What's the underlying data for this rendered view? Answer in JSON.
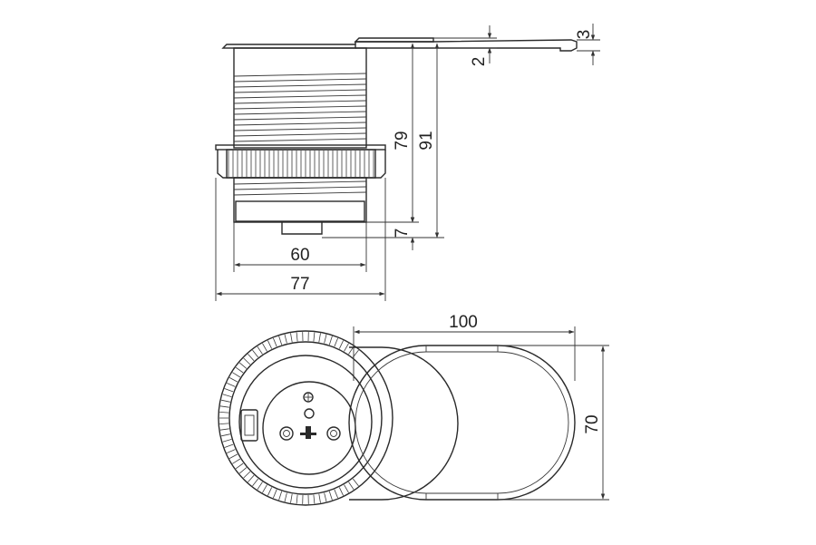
{
  "dimensions": {
    "flap_thickness": "3",
    "flange_thickness": "2",
    "body_height": "79",
    "total_height": "91",
    "plug_protrusion": "7",
    "body_diameter": "60",
    "flange_diameter": "77",
    "top_length": "100",
    "top_width": "70"
  },
  "colors": {
    "line": "#2a2a2a",
    "background": "#ffffff"
  }
}
